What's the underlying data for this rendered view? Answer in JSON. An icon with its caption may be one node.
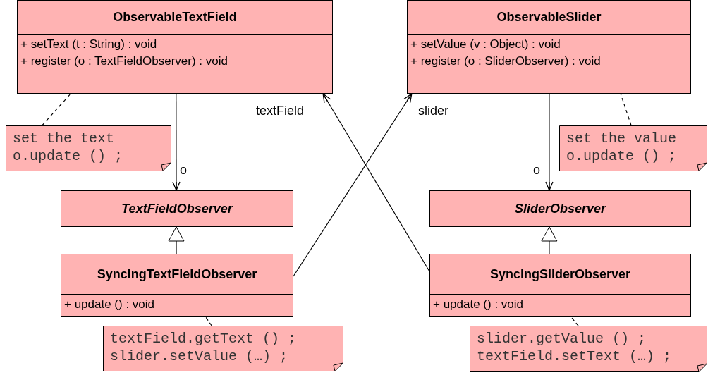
{
  "diagram": {
    "nodes": [
      {
        "text": [
          "ObservableTextField",
          "+ setText (t : String) : void",
          "+ register (o : TextFieldObserver) : void"
        ]
      },
      {
        "text": [
          "ObservableSlider",
          "+ setValue (v : Object) : void",
          "+ register (o : SliderObserver) : void"
        ]
      },
      {
        "text": [
          "set the text o.update () ;"
        ]
      },
      {
        "text": [
          "set the value o.update () ;"
        ]
      },
      {
        "text": [
          "TextFieldObserver"
        ]
      },
      {
        "text": [
          "SliderObserver"
        ]
      },
      {
        "text": [
          "SyncingTextFieldObserver",
          "+ update () : void"
        ]
      },
      {
        "text": [
          "SyncingSliderObserver",
          "+ update () : void"
        ]
      },
      {
        "text": [
          "textField.getText () ; slider.setValue (…) ;"
        ]
      },
      {
        "text": [
          "slider.getValue () ; textField.setText (…) ;"
        ]
      }
    ],
    "edges": [
      {
        "from": 0,
        "to": 4,
        "arrow": "to",
        "label": "o"
      },
      {
        "from": 1,
        "to": 5,
        "arrow": "to",
        "label": "o"
      },
      {
        "from": 2,
        "to": 0,
        "arrow": "none",
        "style": "dashed"
      },
      {
        "from": 3,
        "to": 1,
        "arrow": "none",
        "style": "dashed"
      },
      {
        "from": 6,
        "to": 4,
        "arrow": "to"
      },
      {
        "from": 7,
        "to": 5,
        "arrow": "to"
      },
      {
        "from": 6,
        "to": 1,
        "arrow": "to",
        "label": "slider"
      },
      {
        "from": 7,
        "to": 0,
        "arrow": "to",
        "label": "textField"
      },
      {
        "from": 8,
        "to": 6,
        "arrow": "none",
        "style": "dashed"
      },
      {
        "from": 9,
        "to": 7,
        "arrow": "none",
        "style": "dashed"
      }
    ]
  }
}
